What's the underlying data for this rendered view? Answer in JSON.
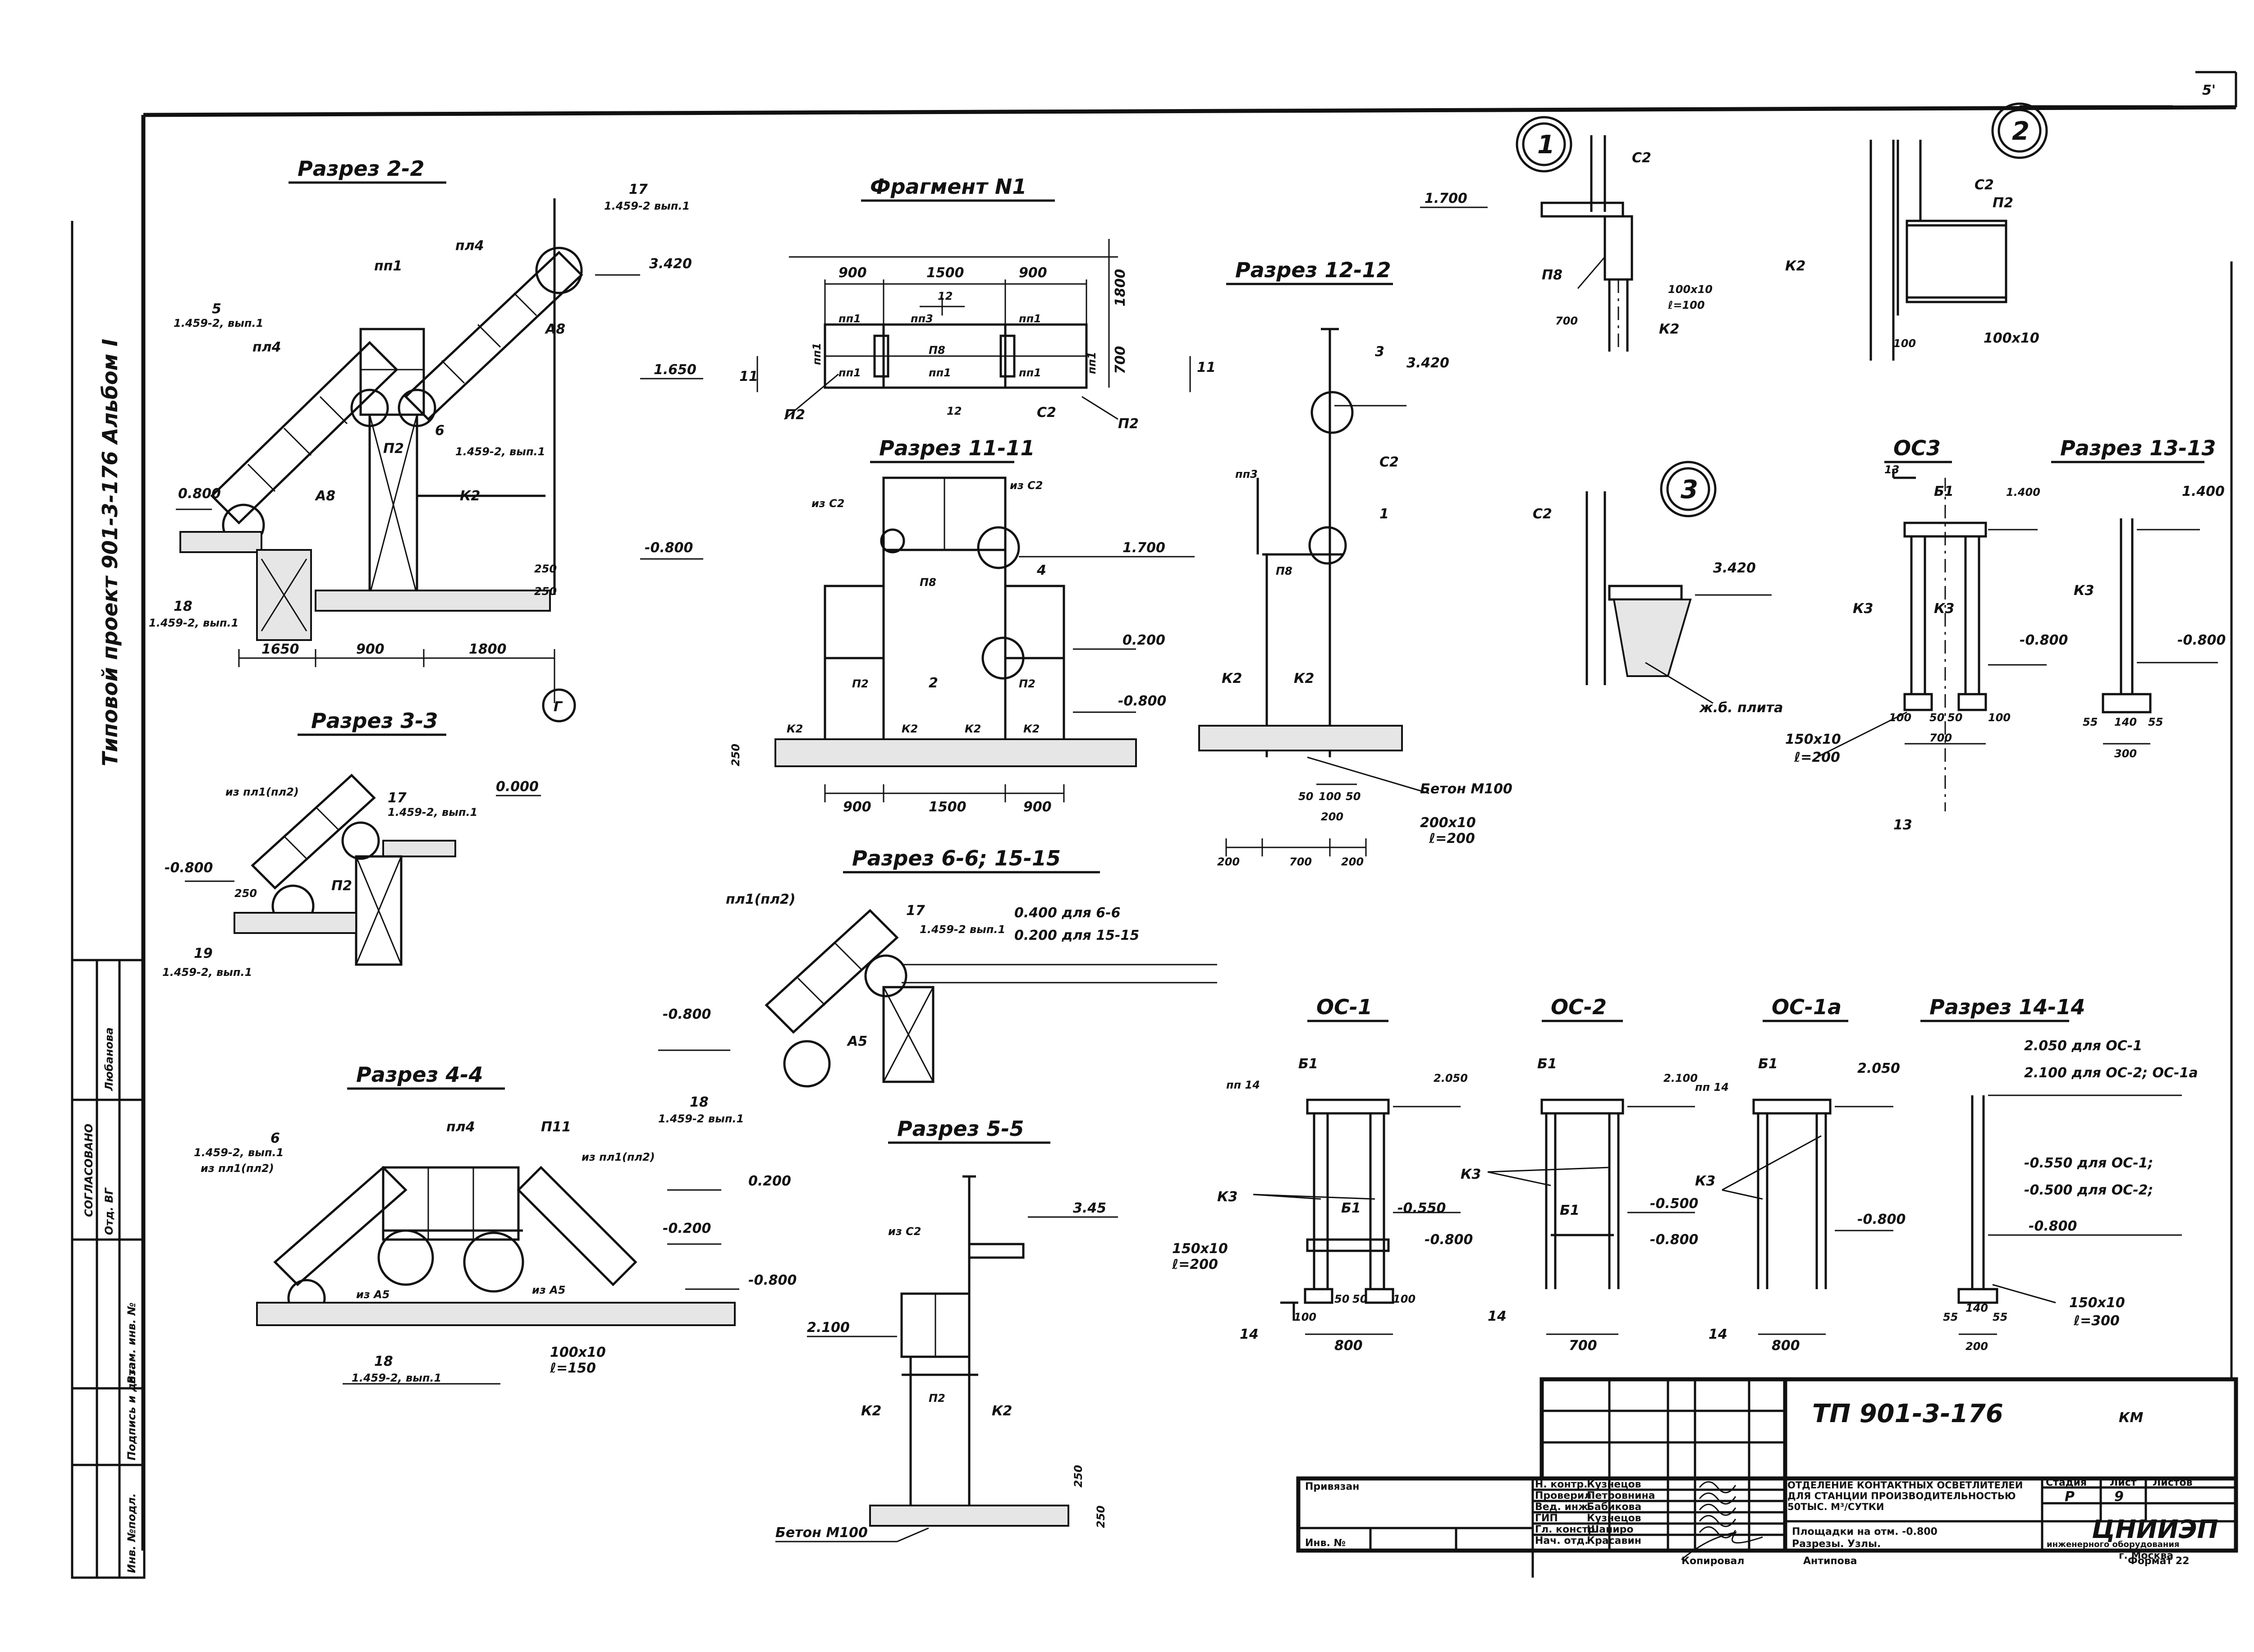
{
  "sheet": {
    "corner_number": "5'",
    "vertical_project_label": "Типовой проект 901-3-176 Альбом I",
    "approval": {
      "title": "СОГЛАСОВАНО",
      "row1": "Отд. ВГ",
      "row1_name": "Любанова"
    },
    "left_stamp": {
      "col1": "Инв. №подл.",
      "col2": "Подпись и дата",
      "col3": "Взам. инв. №"
    }
  },
  "views": {
    "s22": {
      "title": "Разрез 2-2",
      "marks": [
        "17",
        "1.459-2 вып.1",
        "3.420",
        "пп1",
        "пл4",
        "5",
        "1.459-2, вып.1",
        "пл4",
        "А8",
        "1.650",
        "0.800",
        "П2",
        "А8",
        "К2",
        "6",
        "1.459-2, вып.1",
        "-0.800",
        "250",
        "250",
        "18",
        "1.459-2, вып.1",
        "1650",
        "900",
        "1800",
        "Г"
      ]
    },
    "s33": {
      "title": "Разрез 3-3",
      "marks": [
        "из пл1(пл2)",
        "17",
        "1.459-2, вып.1",
        "0.000",
        "-0.800",
        "250",
        "П2",
        "19",
        "1.459-2, вып.1"
      ]
    },
    "s44": {
      "title": "Разрез 4-4",
      "marks": [
        "6",
        "1.459-2, вып.1",
        "из пл1(пл2)",
        "пл4",
        "П11",
        "из пл1(пл2)",
        "0.200",
        "-0.200",
        "-0.800",
        "из А5",
        "из А5",
        "100x10",
        "ℓ=150",
        "18",
        "1.459-2, вып.1"
      ]
    },
    "frag1": {
      "title": "Фрагмент N1",
      "dims": [
        "900",
        "1500",
        "900",
        "1800",
        "700"
      ],
      "marks": [
        "пп1",
        "пп3",
        "пп1",
        "П8",
        "пп1",
        "пп1",
        "пп1",
        "12",
        "12",
        "пп1",
        "пп1",
        "П2",
        "С2",
        "П2",
        "11",
        "11"
      ]
    },
    "s1111": {
      "title": "Разрез 11-11",
      "dims": [
        "900",
        "1500",
        "900"
      ],
      "marks": [
        "из С2",
        "из С2",
        "1.700",
        "П8",
        "4",
        "0.200",
        "2",
        "П2",
        "П2",
        "-0.800",
        "К2",
        "К2",
        "К2",
        "К2",
        "250"
      ]
    },
    "s1212": {
      "title": "Разрез 12-12",
      "dims": [
        "200",
        "700",
        "200",
        "50",
        "100",
        "50",
        "200"
      ],
      "marks": [
        "3",
        "3.420",
        "С2",
        "пп3",
        "1",
        "П8",
        "К2",
        "К2",
        "Бетон М100",
        "200x10",
        "ℓ=200"
      ]
    },
    "s5566": {
      "title": "Разрез 6-6; 15-15",
      "marks": [
        "пл1(пл2)",
        "17",
        "1.459-2 вып.1",
        "0.400 для 6-6",
        "0.200 для 15-15",
        "-0.800",
        "А5",
        "18",
        "1.459-2 вып.1"
      ]
    },
    "s55": {
      "title": "Разрез 5-5",
      "marks": [
        "из С2",
        "3.45",
        "2.100",
        "П2",
        "К2",
        "К2",
        "250",
        "250",
        "Бетон М100"
      ]
    },
    "node1": {
      "label": "1",
      "marks": [
        "1.700",
        "С2",
        "П8",
        "100x10",
        "ℓ=100",
        "700",
        "К2"
      ]
    },
    "node2": {
      "label": "2",
      "marks": [
        "С2",
        "П2",
        "К2",
        "100",
        "100x10"
      ]
    },
    "node3": {
      "label": "3",
      "marks": [
        "С2",
        "3.420",
        "ж.б. плита"
      ]
    },
    "oc3": {
      "title": "ОС3",
      "marks": [
        "13",
        "Б1",
        "1.400",
        "К3",
        "К3",
        "-0.800",
        "100",
        "50",
        "50",
        "100",
        "700",
        "150x10",
        "ℓ=200",
        "13"
      ]
    },
    "s1313": {
      "title": "Разрез 13-13",
      "marks": [
        "1.400",
        "К3",
        "-0.800",
        "55",
        "140",
        "55",
        "300"
      ]
    },
    "oc1": {
      "title": "ОС-1",
      "marks": [
        "пп 14",
        "Б1",
        "2.050",
        "К3",
        "Б1",
        "-0.550",
        "-0.800",
        "150x10",
        "ℓ=200",
        "100",
        "50",
        "50",
        "100",
        "800",
        "14"
      ]
    },
    "oc2": {
      "title": "ОС-2",
      "marks": [
        "Б1",
        "2.100",
        "пп 14",
        "К3",
        "Б1",
        "-0.500",
        "-0.800",
        "700",
        "14"
      ]
    },
    "oc1a": {
      "title": "ОС-1а",
      "marks": [
        "Б1",
        "2.050",
        "К3",
        "-0.800",
        "800",
        "14"
      ]
    },
    "s1414": {
      "title": "Разрез 14-14",
      "marks": [
        "2.050 для ОС-1",
        "2.100 для ОС-2; ОС-1а",
        "-0.550 для ОС-1;",
        "-0.500 для ОС-2;",
        "-0.800",
        "150x10",
        "ℓ=300",
        "55",
        "140",
        "55",
        "200"
      ]
    }
  },
  "title_block": {
    "code": "ТП 901-3-176",
    "mark": "КМ",
    "privyazan": "Привязан",
    "inv_no": "Инв. №",
    "staff": [
      {
        "role": "Н. контр.",
        "name": "Кузнецов"
      },
      {
        "role": "Проверил",
        "name": "Петровнина"
      },
      {
        "role": "Вед. инж.",
        "name": "Бабикова"
      },
      {
        "role": "ГИП",
        "name": "Кузнецов"
      },
      {
        "role": "Гл. констр.",
        "name": "Шапиро"
      },
      {
        "role": "Нач. отд.",
        "name": "Красавин"
      }
    ],
    "object": "Отделение контактных осветлителей для станции производительностью 50тыс. м³/сутки",
    "stage_header": "Стадия",
    "sheet_header": "Лист",
    "sheets_header": "Листов",
    "stage": "Р",
    "sheet": "9",
    "drawing_name_1": "Площадки на отм. -0.800",
    "drawing_name_2": "Разрезы. Узлы.",
    "org": "ЦНИИЭП",
    "org_sub": "инженерного оборудования",
    "org_city": "г. Москва",
    "copied": "Копировал",
    "copied_name": "Антипова",
    "format": "Формат 22"
  }
}
